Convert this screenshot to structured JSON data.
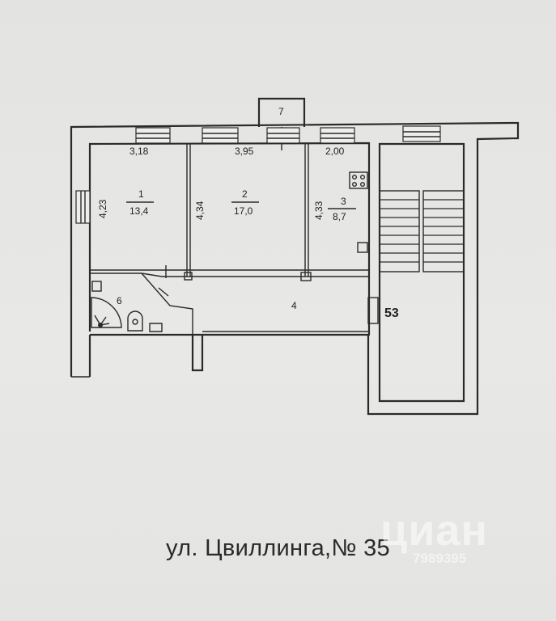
{
  "plan": {
    "rooms": [
      {
        "number": "1",
        "area": "13,4",
        "width": "3,18",
        "depth": "4,23"
      },
      {
        "number": "2",
        "area": "17,0",
        "width": "3,95",
        "depth": "4,34"
      },
      {
        "number": "3",
        "area": "8,7",
        "width": "2,00",
        "depth": "4,33"
      },
      {
        "number": "4"
      },
      {
        "number": "6"
      },
      {
        "number": "7"
      }
    ],
    "stair_label": "53"
  },
  "address": "ул. Цвиллинга,№ 35",
  "watermark": {
    "name": "циан",
    "id": "7989395"
  },
  "colors": {
    "paper": "#e6e6e4",
    "ink": "#2a2a2a"
  }
}
